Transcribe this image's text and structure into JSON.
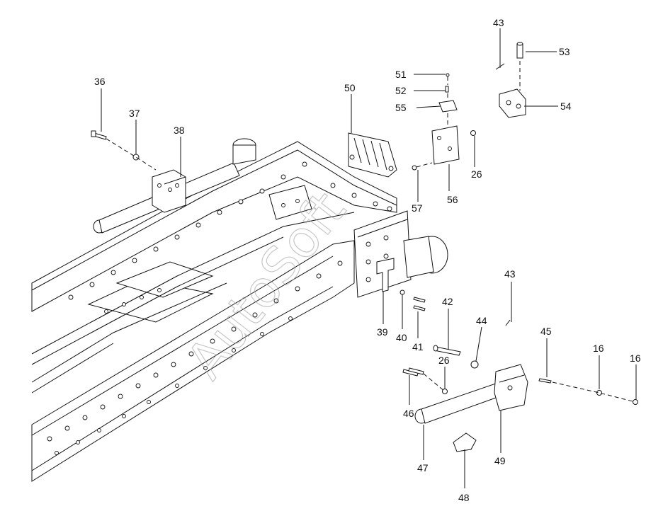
{
  "watermark": "AutoSoft",
  "callouts": {
    "c36": "36",
    "c37": "37",
    "c38": "38",
    "c50": "50",
    "c51": "51",
    "c52": "52",
    "c55": "55",
    "c57": "57",
    "c56": "56",
    "c26a": "26",
    "c43a": "43",
    "c53": "53",
    "c54": "54",
    "c39": "39",
    "c40": "40",
    "c41": "41",
    "c42": "42",
    "c43b": "43",
    "c44": "44",
    "c45": "45",
    "c16a": "16",
    "c16b": "16",
    "c26b": "26",
    "c46": "46",
    "c47": "47",
    "c48": "48",
    "c49": "49"
  }
}
